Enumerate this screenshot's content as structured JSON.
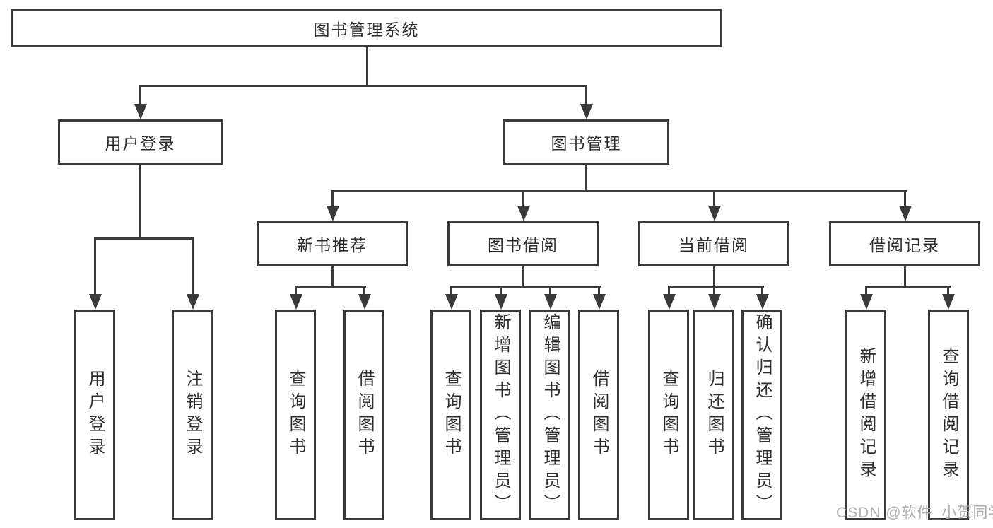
{
  "tree": {
    "root": {
      "label": "图书管理系统"
    },
    "level2": [
      {
        "label": "用户登录",
        "children": [
          {
            "label": "用户登录"
          },
          {
            "label": "注销登录"
          }
        ]
      },
      {
        "label": "图书管理",
        "children": [
          {
            "label": "新书推荐",
            "children": [
              {
                "label": "查询图书"
              },
              {
                "label": "借阅图书"
              }
            ]
          },
          {
            "label": "图书借阅",
            "children": [
              {
                "label": "查询图书"
              },
              {
                "label": "新增图书（管理员）"
              },
              {
                "label": "编辑图书（管理员）"
              },
              {
                "label": "借阅图书"
              }
            ]
          },
          {
            "label": "当前借阅",
            "children": [
              {
                "label": "查询图书"
              },
              {
                "label": "归还图书"
              },
              {
                "label": "确认归还（管理员）"
              }
            ]
          },
          {
            "label": "借阅记录",
            "children": [
              {
                "label": "新增借阅记录"
              },
              {
                "label": "查询借阅记录"
              }
            ]
          }
        ]
      }
    ]
  },
  "watermark": {
    "text": "CSDN @软件_小贺同学"
  },
  "colors": {
    "line": "#3a3a3a",
    "text": "#2f2f2f",
    "watermark": "#a8a8a8",
    "background": "#ffffff"
  }
}
